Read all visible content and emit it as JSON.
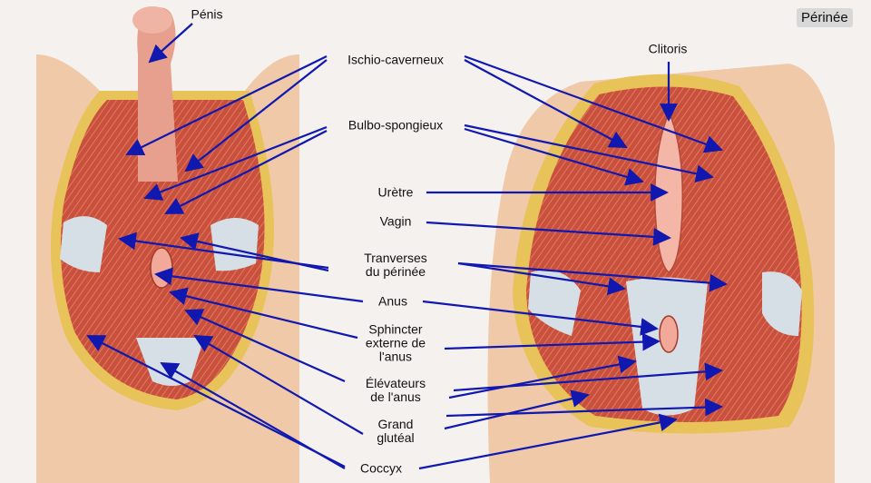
{
  "title": "Périnée",
  "labels": {
    "penis": "Pénis",
    "clitoris": "Clitoris",
    "ischio": "Ischio-caverneux",
    "bulbo": "Bulbo-spongieux",
    "uretre": "Urètre",
    "vagin": "Vagin",
    "transverses": "Tranverses\ndu périnée",
    "anus": "Anus",
    "sphincter": "Sphincter\nexterne de\nl'anus",
    "elevateurs": "Élévateurs\nde l'anus",
    "fessier": "Grand\nglutéal",
    "coccyx": "Coccyx"
  },
  "colors": {
    "skin": "#f0c9a8",
    "fat": "#e8c35a",
    "muscle": "#c8503c",
    "tendon": "#d6dfe6",
    "arrow": "#1018b0"
  }
}
